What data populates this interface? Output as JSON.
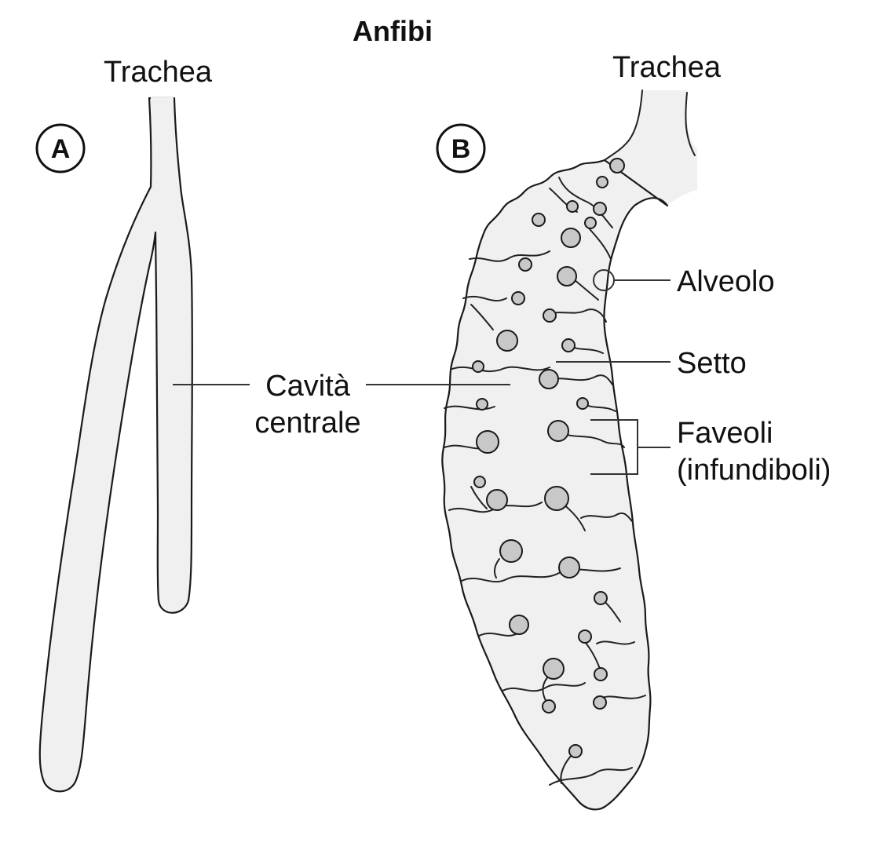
{
  "title": "Anfibi",
  "panel_a": {
    "badge": "A",
    "trachea_label": "Trachea"
  },
  "panel_b": {
    "badge": "B",
    "trachea_label": "Trachea"
  },
  "labels": {
    "cavity_line1": "Cavità",
    "cavity_line2": "centrale",
    "alveolo": "Alveolo",
    "setto": "Setto",
    "faveoli_line1": "Faveoli",
    "faveoli_line2": "(infundiboli)"
  },
  "colors": {
    "lung_fill": "#f0f0f0",
    "alveolus_fill": "#c8c8c8",
    "outline": "#1a1a1a"
  }
}
